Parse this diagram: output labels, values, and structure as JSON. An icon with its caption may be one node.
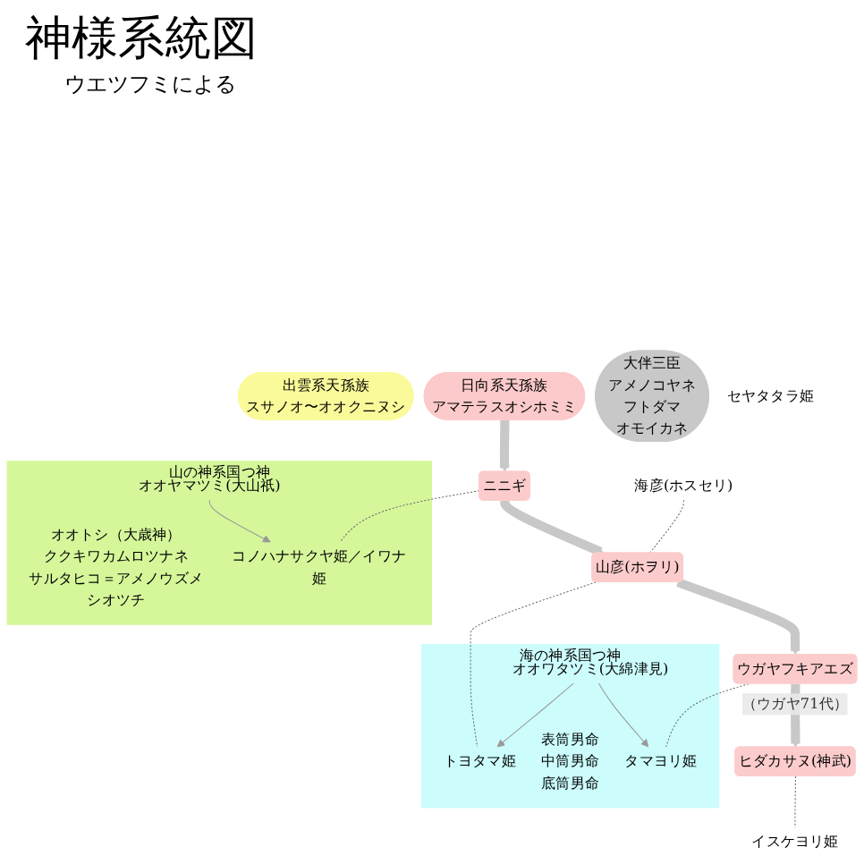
{
  "diagram": {
    "title": "神様系統図",
    "nodes": [
      {
        "text": [
          "出雲系天孫族",
          "スサノオ〜オオクニヌシ"
        ]
      },
      {
        "text": [
          "日向系天孫族",
          "アマテラスオシホミミ"
        ]
      },
      {
        "text": [
          "山の神系国つ神"
        ]
      },
      {
        "text": [
          "オオヤマツミ(大山祇)"
        ],
        "in": 2
      },
      {
        "text": [
          "オオトシ（大歳神）",
          "ククキワカムロツナネ",
          "サルタヒコ＝アメノウズメ",
          "シオツチ"
        ],
        "in": 2
      },
      {
        "text": [
          "コノハナサクヤ姫／イワナ姫"
        ],
        "in": 2
      },
      {
        "text": [
          "大伴三臣",
          "アメノコヤネ",
          "フトダマ",
          "オモイカネ"
        ]
      },
      {
        "text": [
          "ニニギ"
        ]
      },
      {
        "text": [
          "海の神系国つ神"
        ]
      },
      {
        "text": [
          "トヨタマ姫"
        ],
        "in": 8
      },
      {
        "text": [
          "オオワタツミ(大綿津見)"
        ],
        "in": 8
      },
      {
        "text": [
          "表筒男命",
          "中筒男命",
          "底筒男命"
        ],
        "in": 8
      },
      {
        "text": [
          "タマヨリ姫"
        ],
        "in": 8
      },
      {
        "text": [
          "海彦(ホスセリ)"
        ]
      },
      {
        "text": [
          "山彦(ホヲリ)"
        ]
      },
      {
        "text": [
          "ウガヤフキアエズ"
        ]
      },
      {
        "text": [
          "ヒダカサヌ(神武)"
        ]
      },
      {
        "text": [
          "セヤタタラ姫"
        ]
      },
      {
        "text": [
          "イスケヨリ姫"
        ]
      }
    ],
    "edges": [
      {
        "from": 1,
        "to": 7,
        "arrow": "to",
        "style": "thick",
        "color": "#c8c8c8"
      },
      {
        "from": 3,
        "to": 5,
        "arrow": "to",
        "color": "#999999"
      },
      {
        "from": 7,
        "to": 5,
        "arrow": "none",
        "style": "dashed"
      },
      {
        "from": 7,
        "to": 14,
        "arrow": "to",
        "style": "thick",
        "color": "#c8c8c8"
      },
      {
        "from": 13,
        "to": 14,
        "arrow": "none",
        "style": "dashed"
      },
      {
        "from": 14,
        "to": 9,
        "arrow": "none",
        "style": "dashed"
      },
      {
        "from": 10,
        "to": 9,
        "arrow": "to",
        "color": "#999999"
      },
      {
        "from": 10,
        "to": 12,
        "arrow": "to",
        "color": "#999999"
      },
      {
        "from": 14,
        "to": 15,
        "arrow": "to",
        "style": "thick",
        "color": "#c8c8c8"
      },
      {
        "from": 15,
        "to": 12,
        "arrow": "none",
        "style": "dashed"
      },
      {
        "from": 15,
        "to": 16,
        "arrow": "to",
        "style": "thick",
        "color": "#c8c8c8",
        "label": "（ウガヤ71代）"
      },
      {
        "from": 16,
        "to": 18,
        "arrow": "none",
        "style": "dashed"
      }
    ],
    "labels": [
      "ウエツフミによる"
    ]
  }
}
